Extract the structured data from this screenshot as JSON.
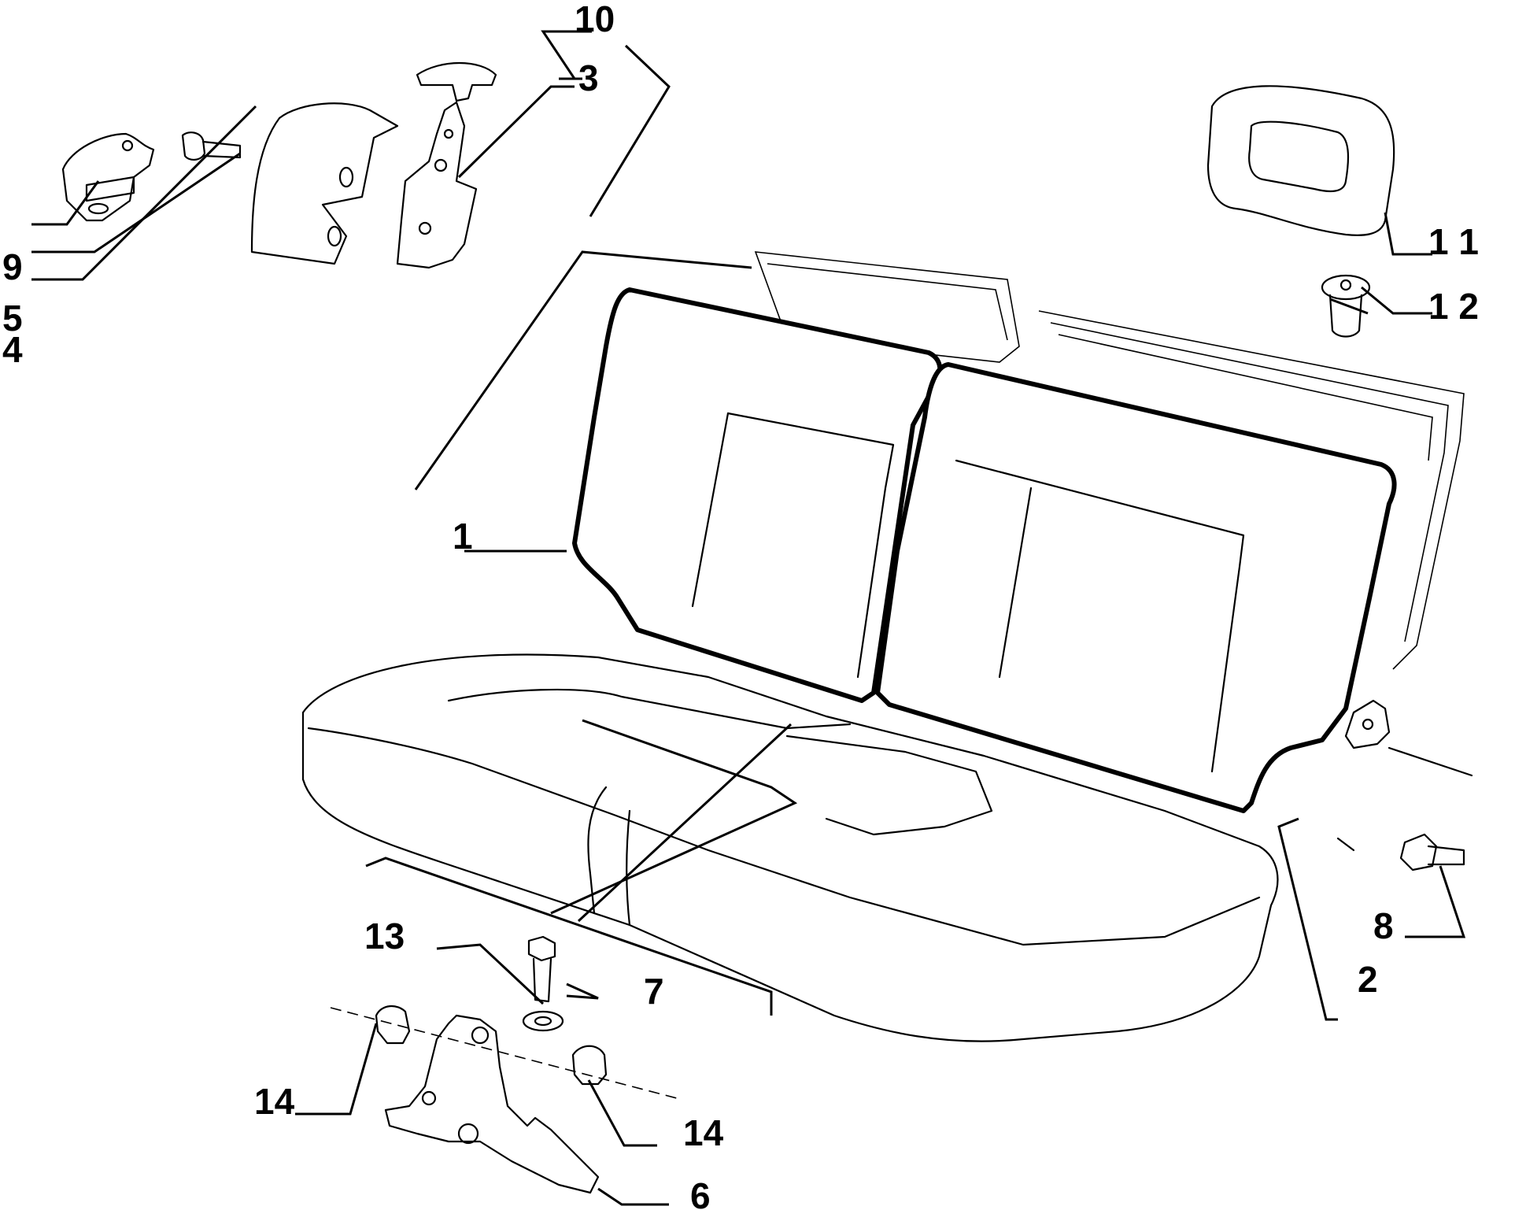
{
  "callouts": [
    {
      "id": "c1",
      "text": "1"
    },
    {
      "id": "c2",
      "text": "2"
    },
    {
      "id": "c3",
      "text": "3"
    },
    {
      "id": "c4",
      "text": "4"
    },
    {
      "id": "c5",
      "text": "5"
    },
    {
      "id": "c6",
      "text": "6"
    },
    {
      "id": "c7",
      "text": "7"
    },
    {
      "id": "c8",
      "text": "8"
    },
    {
      "id": "c9",
      "text": "9"
    },
    {
      "id": "c10",
      "text": "10"
    },
    {
      "id": "c11",
      "text": "1 1"
    },
    {
      "id": "c12",
      "text": "1 2"
    },
    {
      "id": "c13",
      "text": "13"
    },
    {
      "id": "c14a",
      "text": "14"
    },
    {
      "id": "c14b",
      "text": "14"
    }
  ]
}
